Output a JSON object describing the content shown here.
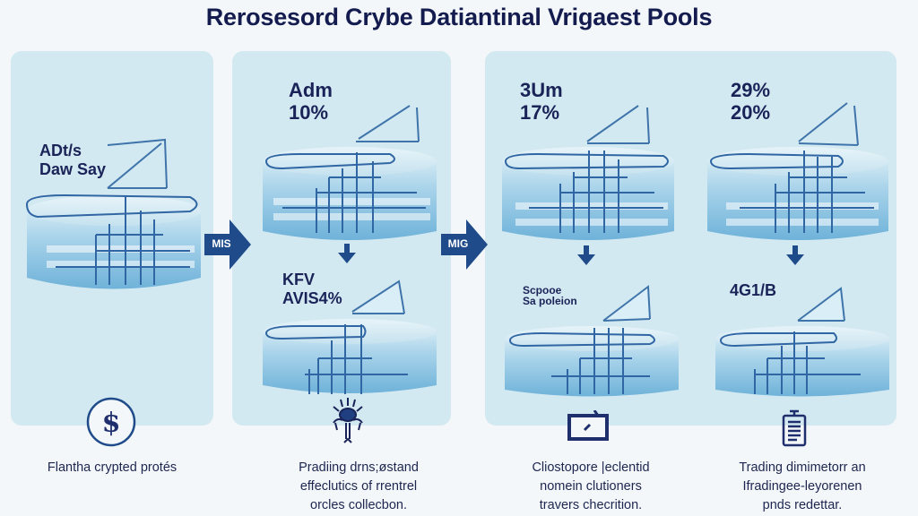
{
  "title": "Rerosesord Crybe Datiantinal Vrigaest Pools",
  "colors": {
    "panel_bg": "#d3e9f1",
    "accent_dark": "#1f4b8a",
    "text_dark": "#1a2358"
  },
  "arrows": [
    {
      "label": "MIS",
      "icon": "arrow-right-icon"
    },
    {
      "label": "MIG",
      "icon": "arrow-right-icon"
    }
  ],
  "pools": [
    {
      "line1": "ADt/s",
      "line2": "Daw Say"
    },
    {
      "line1": "Adm",
      "line2": "10%"
    },
    {
      "line1": "KFV",
      "line2": "AVIS4%"
    },
    {
      "line1": "3Um",
      "line2": "17%"
    },
    {
      "line1": "Scpooe",
      "line2": "Sa poleion"
    },
    {
      "line1": "29%",
      "line2": "20%"
    },
    {
      "line1": "4G1/B",
      "line2": ""
    }
  ],
  "columns": [
    {
      "icon": "dollar-coin-icon",
      "caption": [
        "Flantha crypted protés"
      ]
    },
    {
      "icon": "bug-icon",
      "caption": [
        "Pradiing drns;østand",
        "effeclutics of rrentrel",
        "orcles collecbon."
      ]
    },
    {
      "icon": "monitor-icon",
      "caption": [
        "Cliostopore |eclentid",
        "nomein clutioners",
        "travers checrition."
      ]
    },
    {
      "icon": "clipboard-icon",
      "caption": [
        "Trading dimimetorr an",
        "Ifradingee-leyorenen",
        "pnds redettar."
      ]
    }
  ]
}
